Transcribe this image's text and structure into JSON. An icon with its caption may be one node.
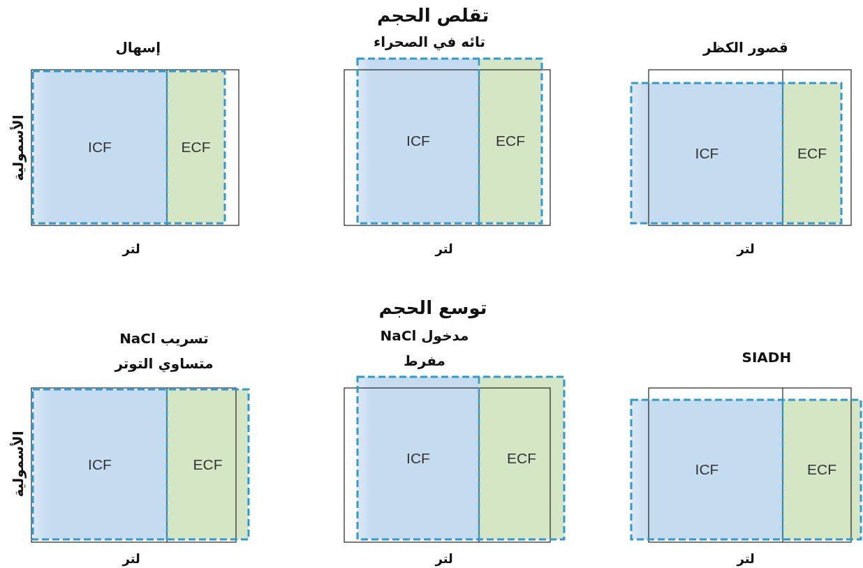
{
  "diagram": {
    "nodes": [
      {
        "text": [
          "ICF"
        ]
      },
      {
        "text": [
          "ECF"
        ]
      },
      {
        "text": [
          "ICF"
        ]
      },
      {
        "text": [
          "ECF"
        ]
      },
      {
        "text": [
          "ICF"
        ]
      },
      {
        "text": [
          "ECF"
        ]
      },
      {
        "text": [
          "ICF"
        ]
      },
      {
        "text": [
          "ECF"
        ]
      },
      {
        "text": [
          "ICF"
        ]
      },
      {
        "text": [
          "ECF"
        ]
      },
      {
        "text": [
          "ICF"
        ]
      },
      {
        "text": [
          "ECF"
        ]
      }
    ],
    "labels": [
      "تقلص الحجم",
      "إسهال",
      "تائه في الصحراء",
      "قصور الكظر",
      "الأسمولية",
      "لتر",
      "لتر",
      "لتر",
      "توسع الحجم",
      "تسريب NaCl متساوي التوتر",
      "مدخول NaCl مفرط",
      "SIADH",
      "الأسمولية",
      "لتر",
      "لتر",
      "لتر"
    ]
  }
}
